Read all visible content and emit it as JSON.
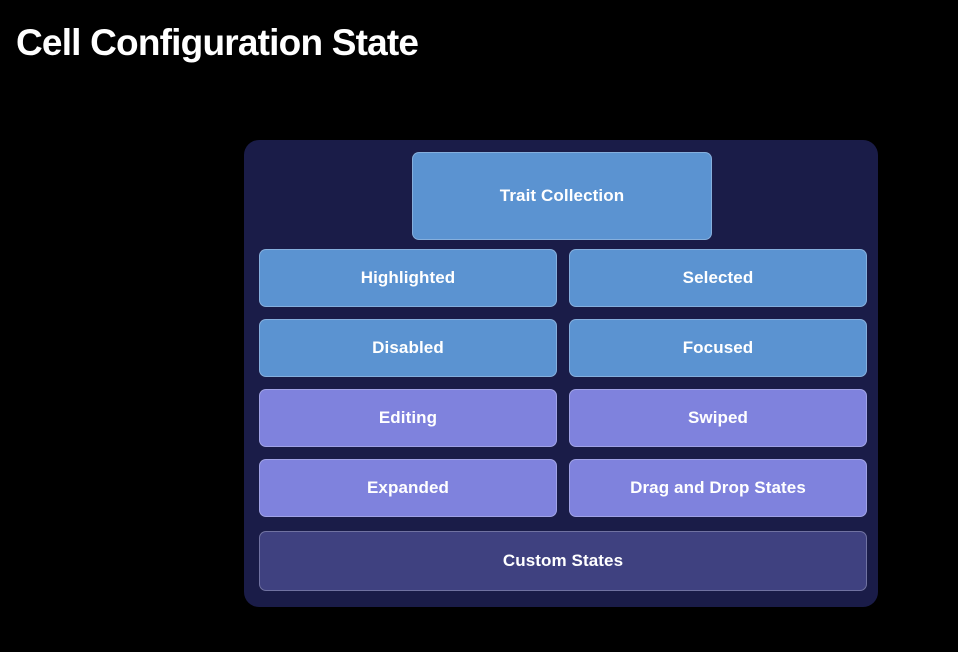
{
  "page": {
    "title": "Cell Configuration State",
    "background_color": "#000000"
  },
  "panel": {
    "background_color": "#1a1c48",
    "root": {
      "label": "Trait Collection",
      "color": "#5b93d1"
    },
    "rows": [
      {
        "left": {
          "label": "Highlighted",
          "color": "#5b93d1"
        },
        "right": {
          "label": "Selected",
          "color": "#5b93d1"
        }
      },
      {
        "left": {
          "label": "Disabled",
          "color": "#5b93d1"
        },
        "right": {
          "label": "Focused",
          "color": "#5b93d1"
        }
      },
      {
        "left": {
          "label": "Editing",
          "color": "#7f82dd"
        },
        "right": {
          "label": "Swiped",
          "color": "#7f82dd"
        }
      },
      {
        "left": {
          "label": "Expanded",
          "color": "#7f82dd"
        },
        "right": {
          "label": "Drag and Drop States",
          "color": "#7f82dd"
        }
      }
    ],
    "footer": {
      "label": "Custom States",
      "color": "#3f4180"
    }
  }
}
